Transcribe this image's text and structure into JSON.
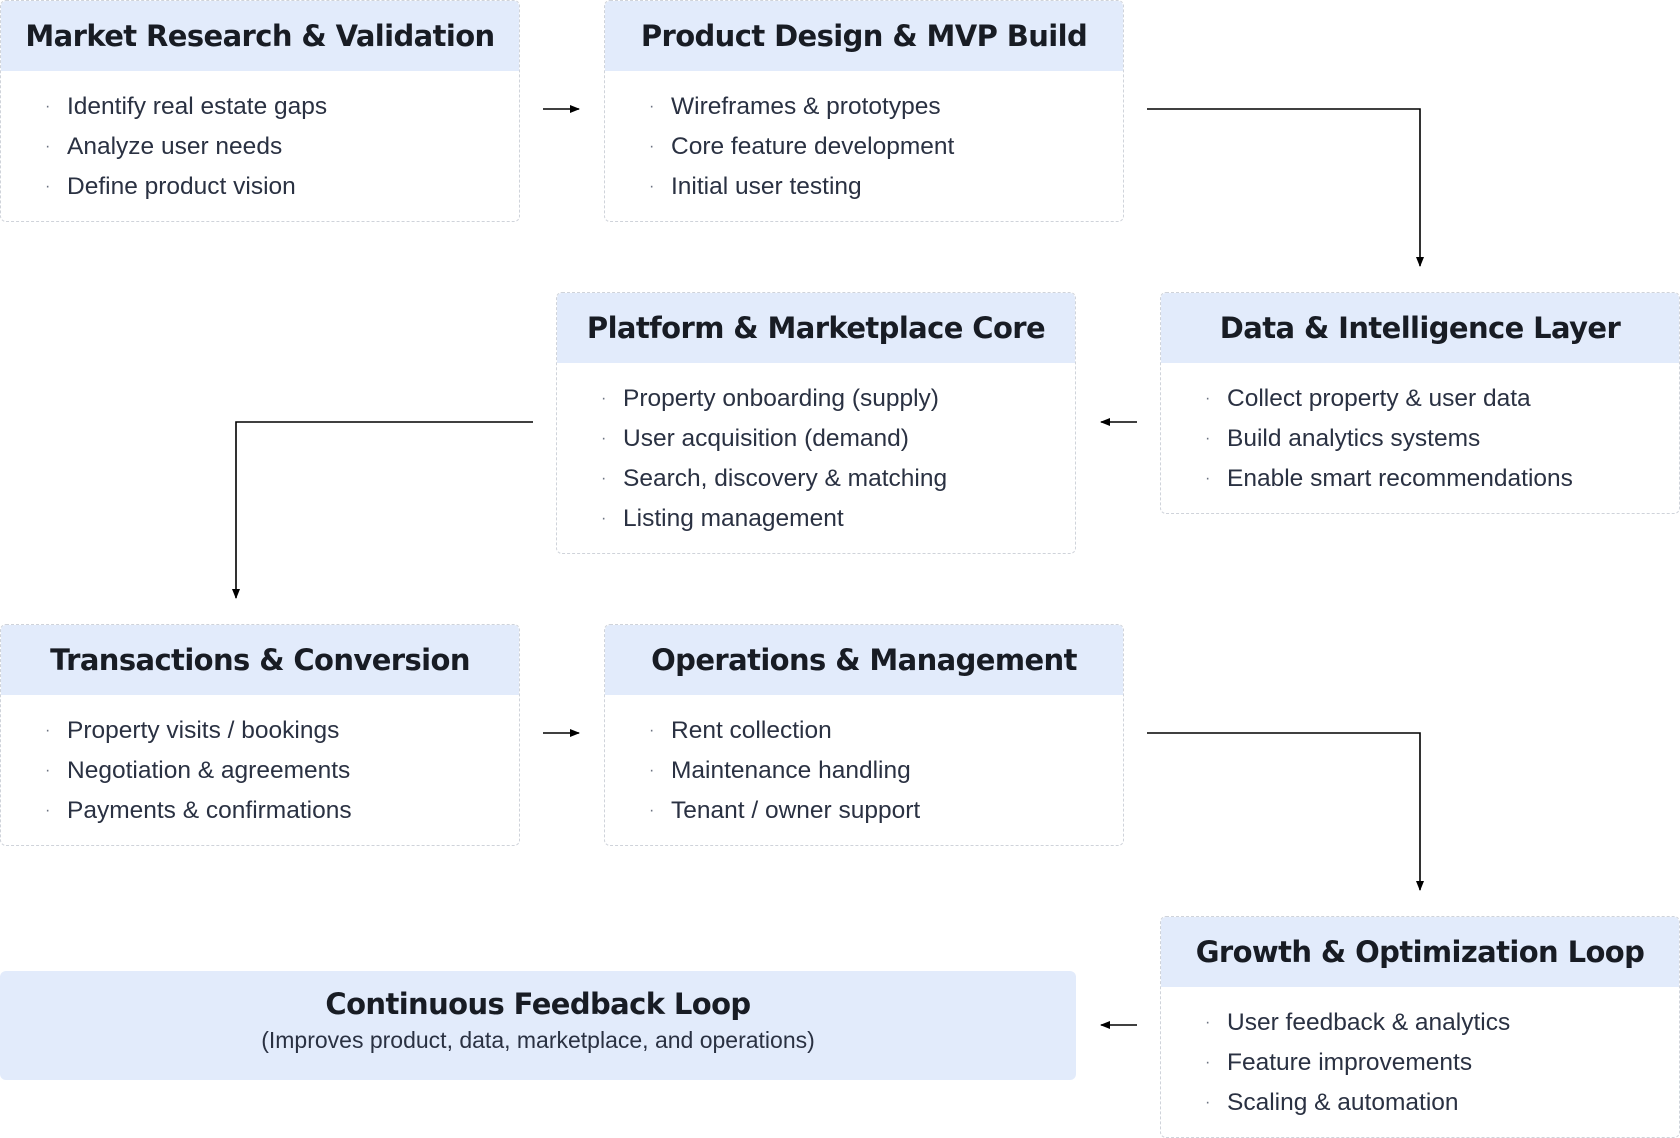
{
  "stages": [
    {
      "title": "Market Research & Validation",
      "items": [
        "Identify real estate gaps",
        "Analyze user needs",
        "Define product vision"
      ]
    },
    {
      "title": "Product Design & MVP Build",
      "items": [
        "Wireframes & prototypes",
        "Core feature development",
        "Initial user testing"
      ]
    },
    {
      "title": "Platform & Marketplace Core",
      "items": [
        "Property onboarding (supply)",
        "User acquisition (demand)",
        "Search, discovery & matching",
        "Listing management"
      ]
    },
    {
      "title": "Data & Intelligence Layer",
      "items": [
        "Collect property & user data",
        "Build analytics systems",
        "Enable smart recommendations"
      ]
    },
    {
      "title": "Transactions & Conversion",
      "items": [
        "Property visits / bookings",
        "Negotiation & agreements",
        "Payments & confirmations"
      ]
    },
    {
      "title": "Operations & Management",
      "items": [
        "Rent collection",
        "Maintenance handling",
        "Tenant / owner support"
      ]
    },
    {
      "title": "Growth & Optimization Loop",
      "items": [
        "User feedback & analytics",
        "Feature improvements",
        "Scaling & automation"
      ]
    }
  ],
  "feedback_loop": {
    "title": "Continuous Feedback Loop",
    "subtitle": "(Improves product, data, marketplace, and operations)"
  },
  "bullet_glyph": "·",
  "colors": {
    "header_fill": "#e2ebfb",
    "border": "#cfd3da",
    "text": "#2a3142",
    "arrow": "#000000"
  }
}
